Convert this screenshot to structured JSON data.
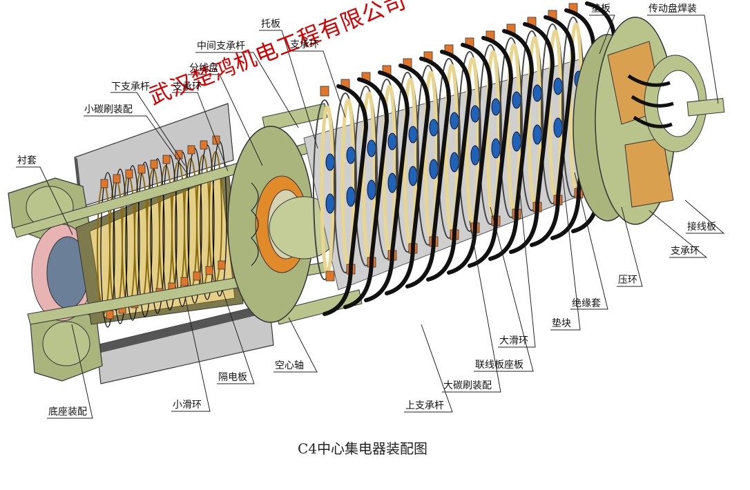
{
  "caption": "C4中心集电器装配图",
  "watermark": "武汉楚鸿机电工程有限公司",
  "labels": {
    "tuoban": "托板",
    "zhongjian_zhichenggan": "中间支承杆",
    "zhichenghuan_top": "支承环",
    "fenxianpan": "分线盘",
    "zhichenghuan_left": "支承环",
    "xia_zhichenggan": "下支承杆",
    "xiao_tanshua": "小碳刷装配",
    "chentao": "衬套",
    "dianban": "垫板",
    "chuandongpan": "传动盘焊装",
    "jiexianban": "接线板",
    "zhichenghuan_right": "支承环",
    "yahuan": "压环",
    "jueyuantao": "绝缘套",
    "diankuai": "垫块",
    "da_huahuan": "大滑环",
    "lianxianban": "联线板座板",
    "da_tanshua": "大碳刷装配",
    "shang_zhichenggan": "上支承杆",
    "kongxinzhou": "空心轴",
    "gedianban": "隔电板",
    "xiao_huahuan": "小滑环",
    "dizuo": "底座装配"
  }
}
